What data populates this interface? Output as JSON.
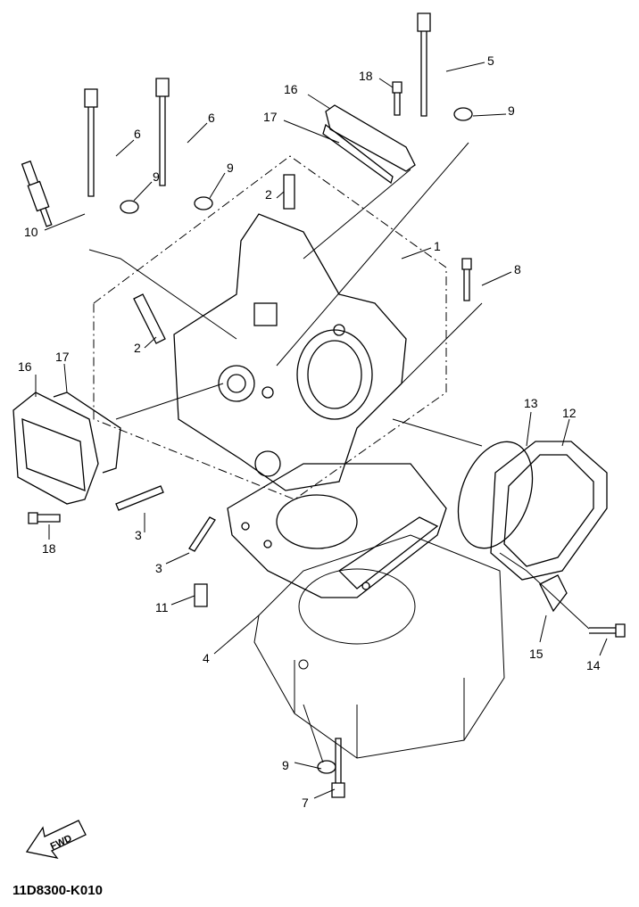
{
  "diagram_code": "11D8300-K010",
  "fwd_label": "FWD",
  "callouts": [
    {
      "id": "c1",
      "number": "18"
    },
    {
      "id": "c2",
      "number": "5"
    },
    {
      "id": "c3",
      "number": "16"
    },
    {
      "id": "c4",
      "number": "17"
    },
    {
      "id": "c5",
      "number": "9"
    },
    {
      "id": "c6",
      "number": "6"
    },
    {
      "id": "c7",
      "number": "6"
    },
    {
      "id": "c8",
      "number": "9"
    },
    {
      "id": "c9",
      "number": "9"
    },
    {
      "id": "c10",
      "number": "2"
    },
    {
      "id": "c11",
      "number": "10"
    },
    {
      "id": "c12",
      "number": "1"
    },
    {
      "id": "c13",
      "number": "8"
    },
    {
      "id": "c14",
      "number": "2"
    },
    {
      "id": "c15",
      "number": "16"
    },
    {
      "id": "c16",
      "number": "17"
    },
    {
      "id": "c17",
      "number": "13"
    },
    {
      "id": "c18",
      "number": "12"
    },
    {
      "id": "c19",
      "number": "3"
    },
    {
      "id": "c20",
      "number": "18"
    },
    {
      "id": "c21",
      "number": "3"
    },
    {
      "id": "c22",
      "number": "11"
    },
    {
      "id": "c23",
      "number": "15"
    },
    {
      "id": "c24",
      "number": "14"
    },
    {
      "id": "c25",
      "number": "4"
    },
    {
      "id": "c26",
      "number": "9"
    },
    {
      "id": "c27",
      "number": "7"
    }
  ]
}
